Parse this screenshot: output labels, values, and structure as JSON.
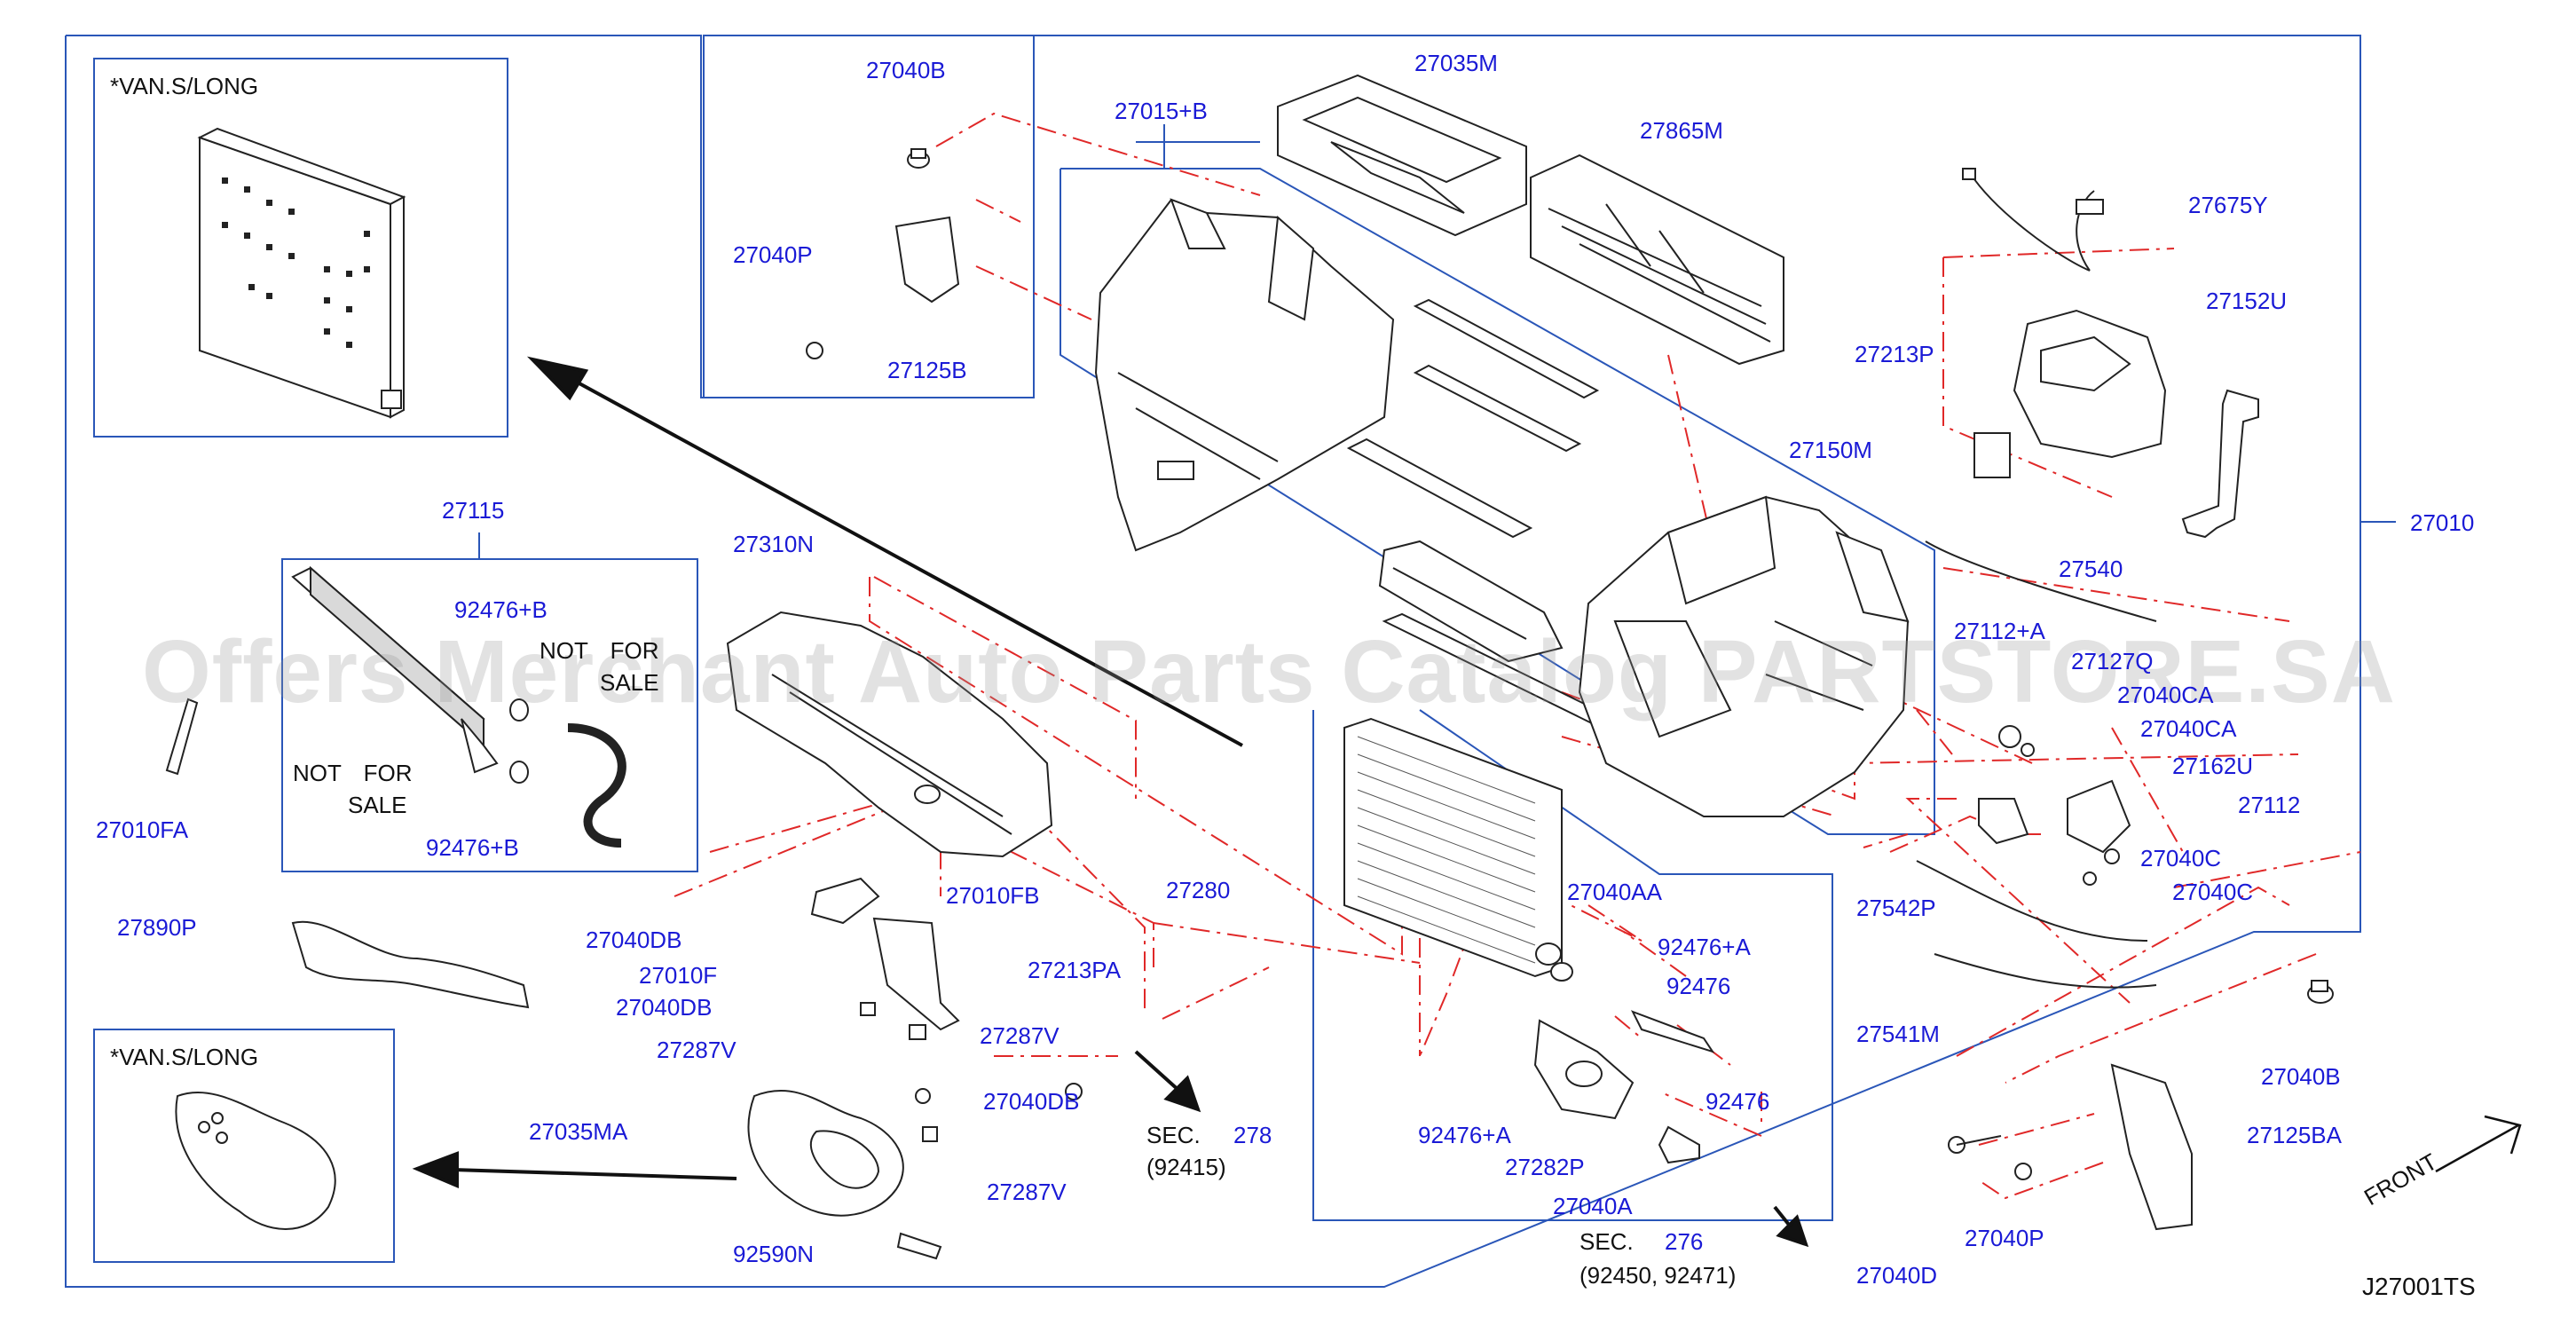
{
  "diagram_code": "J27001TS",
  "watermark": "Offers Merchant Auto Parts Catalog PARTSTORE.SA",
  "front_label": "FRONT",
  "notes": {
    "van_long_top": "*VAN.S/LONG",
    "van_long_bottom": "*VAN.S/LONG",
    "not_for_sale_1a": "NOT FOR",
    "not_for_sale_1b": "SALE",
    "not_for_sale_2a": "NOT FOR",
    "not_for_sale_2b": "SALE"
  },
  "sections": {
    "sec278_title": "SEC.",
    "sec278_num": "278",
    "sec278_sub": "(92415)",
    "sec276_title": "SEC.",
    "sec276_num": "276",
    "sec276_sub": "(92450, 92471)"
  },
  "colors": {
    "label": "#1a1ad6",
    "line": "#2a56b8",
    "leader": "#e02828",
    "drawing": "#222222"
  },
  "parts": [
    "27040B",
    "27015+B",
    "27035M",
    "27865M",
    "27675Y",
    "27040P",
    "27125B",
    "27213P",
    "27152U",
    "27150M",
    "27010",
    "27115",
    "92476+B",
    "27310N",
    "27540",
    "27112+A",
    "27127Q",
    "27040CA",
    "27040CA",
    "27162U",
    "27112",
    "27040C",
    "27040C",
    "27010FA",
    "92476+B",
    "27010FB",
    "27280",
    "27040AA",
    "27542P",
    "92476+A",
    "27890P",
    "27040DB",
    "27010F",
    "27213PA",
    "92476",
    "27040DB",
    "27541M",
    "27040B",
    "27287V",
    "27287V",
    "27040DB",
    "92476",
    "27035MA",
    "92476+A",
    "27125BA",
    "27282P",
    "27287V",
    "27040P",
    "27040A",
    "92590N",
    "27040D"
  ]
}
